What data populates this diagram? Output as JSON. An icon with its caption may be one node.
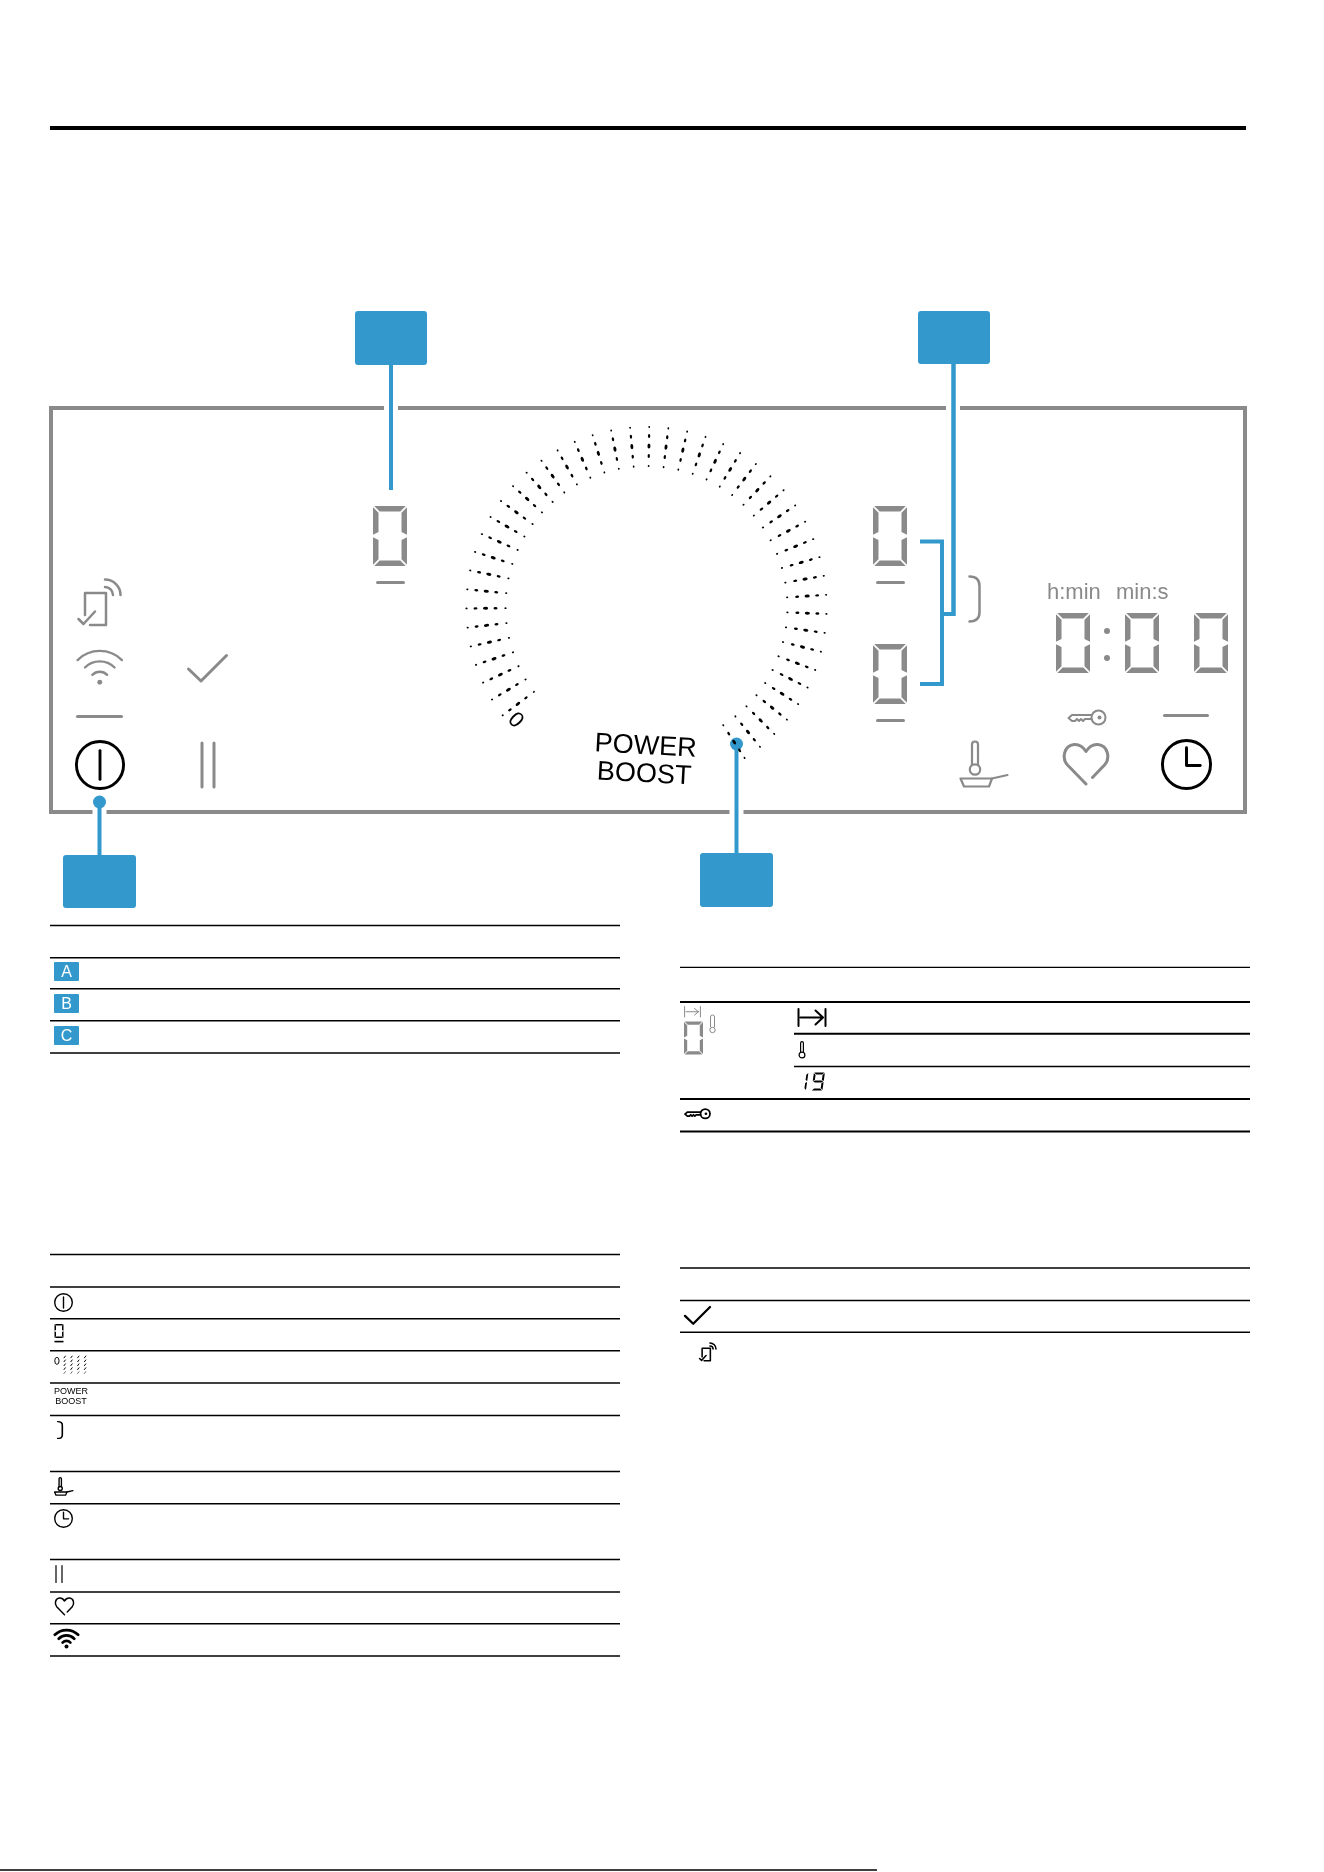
{
  "diagram": {
    "nodes": [
      {
        "text": [],
        "shape": "box"
      },
      {
        "text": [],
        "shape": "box"
      },
      {
        "text": [],
        "shape": "box"
      },
      {
        "text": [],
        "shape": "box"
      },
      {
        "text": [],
        "shape": "picture"
      },
      {
        "text": [],
        "shape": "picture"
      },
      {
        "text": [],
        "shape": "picture"
      },
      {
        "text": [],
        "shape": "circle"
      },
      {
        "text": [],
        "shape": "picture"
      }
    ],
    "edges": [
      {
        "from": 0,
        "to": 4,
        "arrow": "none"
      },
      {
        "from": 1,
        "to": 5,
        "arrow": "none"
      },
      {
        "from": 1,
        "to": 6,
        "arrow": "none"
      },
      {
        "from": 2,
        "to": 7,
        "arrow": "other"
      },
      {
        "from": 3,
        "to": 8,
        "arrow": "other"
      }
    ],
    "labels": [
      "h:min",
      "min:s",
      "0",
      "POWER BOOST",
      "A",
      "B",
      "C",
      "POWER BOOST"
    ]
  }
}
